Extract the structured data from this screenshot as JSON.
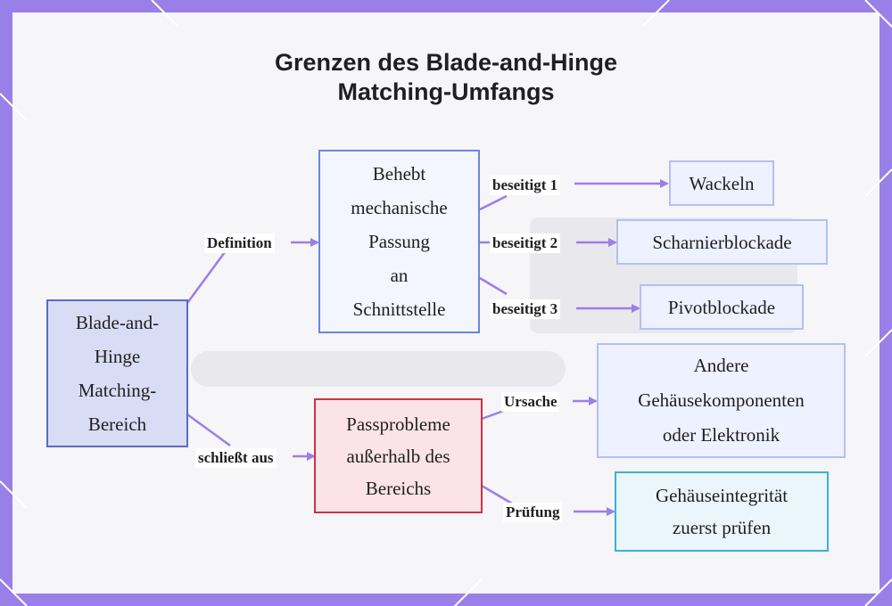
{
  "title": {
    "line1": "Grenzen des Blade-and-Hinge",
    "line2": "Matching-Umfangs"
  },
  "colors": {
    "border": "#9a7fe8",
    "root_fill": "#d9dcf5",
    "root_stroke": "#5a6bc6",
    "fix_stroke": "#6a86e0",
    "fix_fill": "#f3f5ff",
    "excl_stroke": "#cc3344",
    "excl_fill": "#fbe3e8",
    "leaf_stroke": "#b4c0f0",
    "leaf_fill": "#eef1ff",
    "check_stroke": "#3ab0d6",
    "check_fill": "#eaf6fc",
    "arrow": "#9a80e6"
  },
  "nodes": {
    "root": [
      "Blade-and-",
      "Hinge",
      "Matching-",
      "Bereich"
    ],
    "fix": [
      "Behebt",
      "mechanische",
      "Passung",
      "an",
      "Schnittstelle"
    ],
    "exclude": [
      "Passprobleme",
      "außerhalb des",
      "Bereichs"
    ],
    "wobble": [
      "Wackeln"
    ],
    "hinge_block": [
      "Scharnierblockade"
    ],
    "pivot_block": [
      "Pivotblockade"
    ],
    "other_components": [
      "Andere",
      "Gehäusekomponenten",
      "oder Elektronik"
    ],
    "check_housing": [
      "Gehäuseintegrität",
      "zuerst prüfen"
    ]
  },
  "edge_labels": {
    "definition": "Definition",
    "excludes": "schließt aus",
    "fixes1": "beseitigt 1",
    "fixes2": "beseitigt 2",
    "fixes3": "beseitigt 3",
    "cause": "Ursache",
    "check": "Prüfung"
  }
}
